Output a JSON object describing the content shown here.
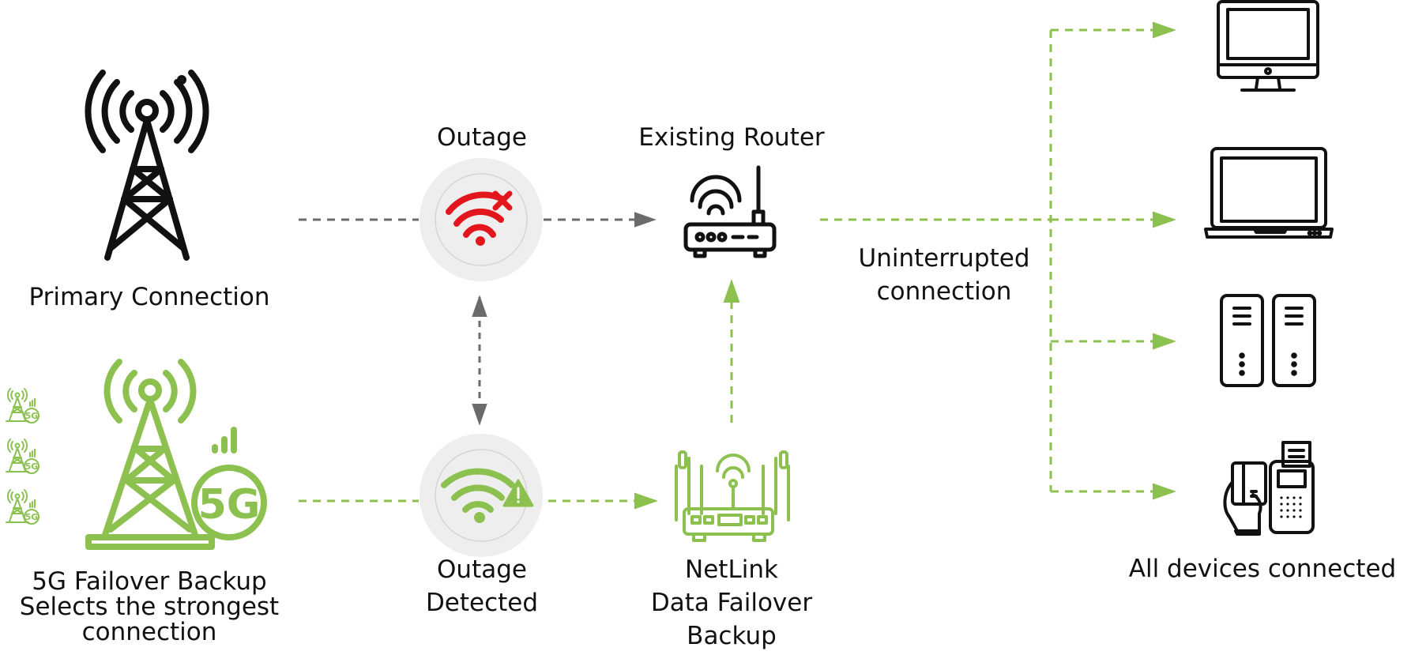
{
  "labels": {
    "primary_connection": "Primary Connection",
    "failover": {
      "line1": "5G Failover Backup",
      "line2": "Selects the strongest",
      "line3": "connection"
    },
    "outage": "Outage",
    "outage_detected": {
      "line1": "Outage",
      "line2": "Detected"
    },
    "existing_router": "Existing Router",
    "netlink": {
      "line1": "NetLink",
      "line2": "Data Failover",
      "line3": "Backup"
    },
    "uninterrupted": {
      "line1": "Uninterrupted",
      "line2": "connection"
    },
    "all_devices": "All devices connected",
    "badge_5g": "5G"
  },
  "colors": {
    "green": "#8cc04f",
    "black": "#111111",
    "gray_line": "#6b6b6b",
    "red": "#e4161d",
    "circle_bg": "#eeeeee",
    "circle_ring": "#d5d5d5"
  },
  "icons": {
    "primary_tower": "cell-tower-icon",
    "backup_tower": "5g-tower-icon",
    "outage": "wifi-error-icon",
    "outage_detected": "wifi-warning-icon",
    "router": "router-icon",
    "netlink": "netlink-router-icon",
    "desktop": "desktop-monitor-icon",
    "laptop": "laptop-icon",
    "servers": "server-icon",
    "pos": "pos-terminal-icon"
  }
}
